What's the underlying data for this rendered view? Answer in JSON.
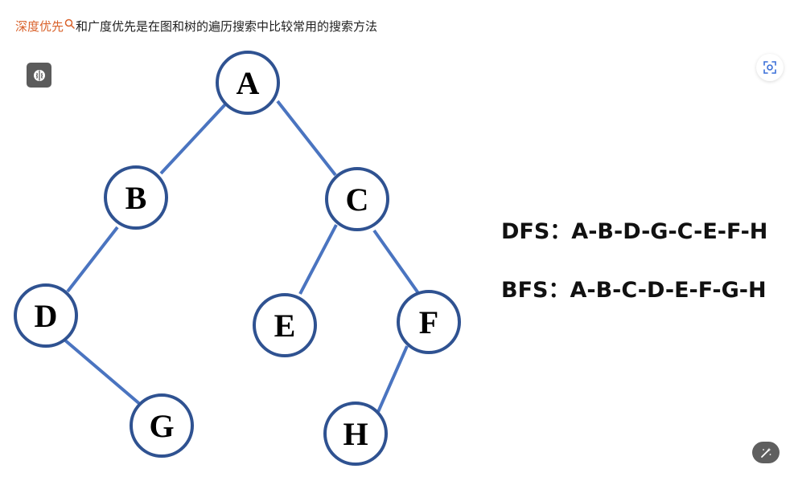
{
  "header": {
    "link_text": "深度优先",
    "search_icon": "search-icon",
    "rest_text": "和广度优先是在图和树的遍历搜索中比较常用的搜索方法"
  },
  "toolbar": {
    "brain_icon": "brain-icon",
    "scan_icon": "scan-icon",
    "wand_icon": "magic-wand-icon"
  },
  "tree": {
    "nodes": [
      {
        "id": "A",
        "label": "A"
      },
      {
        "id": "B",
        "label": "B"
      },
      {
        "id": "C",
        "label": "C"
      },
      {
        "id": "D",
        "label": "D"
      },
      {
        "id": "E",
        "label": "E"
      },
      {
        "id": "F",
        "label": "F"
      },
      {
        "id": "G",
        "label": "G"
      },
      {
        "id": "H",
        "label": "H"
      }
    ],
    "edges": [
      [
        "A",
        "B"
      ],
      [
        "A",
        "C"
      ],
      [
        "B",
        "D"
      ],
      [
        "C",
        "E"
      ],
      [
        "C",
        "F"
      ],
      [
        "D",
        "G"
      ],
      [
        "F",
        "H"
      ]
    ],
    "edge_color": "#4a74c0",
    "node_stroke": "#2f5291"
  },
  "traversals": {
    "dfs": "DFS：A-B-D-G-C-E-F-H",
    "bfs": "BFS：A-B-C-D-E-F-G-H"
  }
}
